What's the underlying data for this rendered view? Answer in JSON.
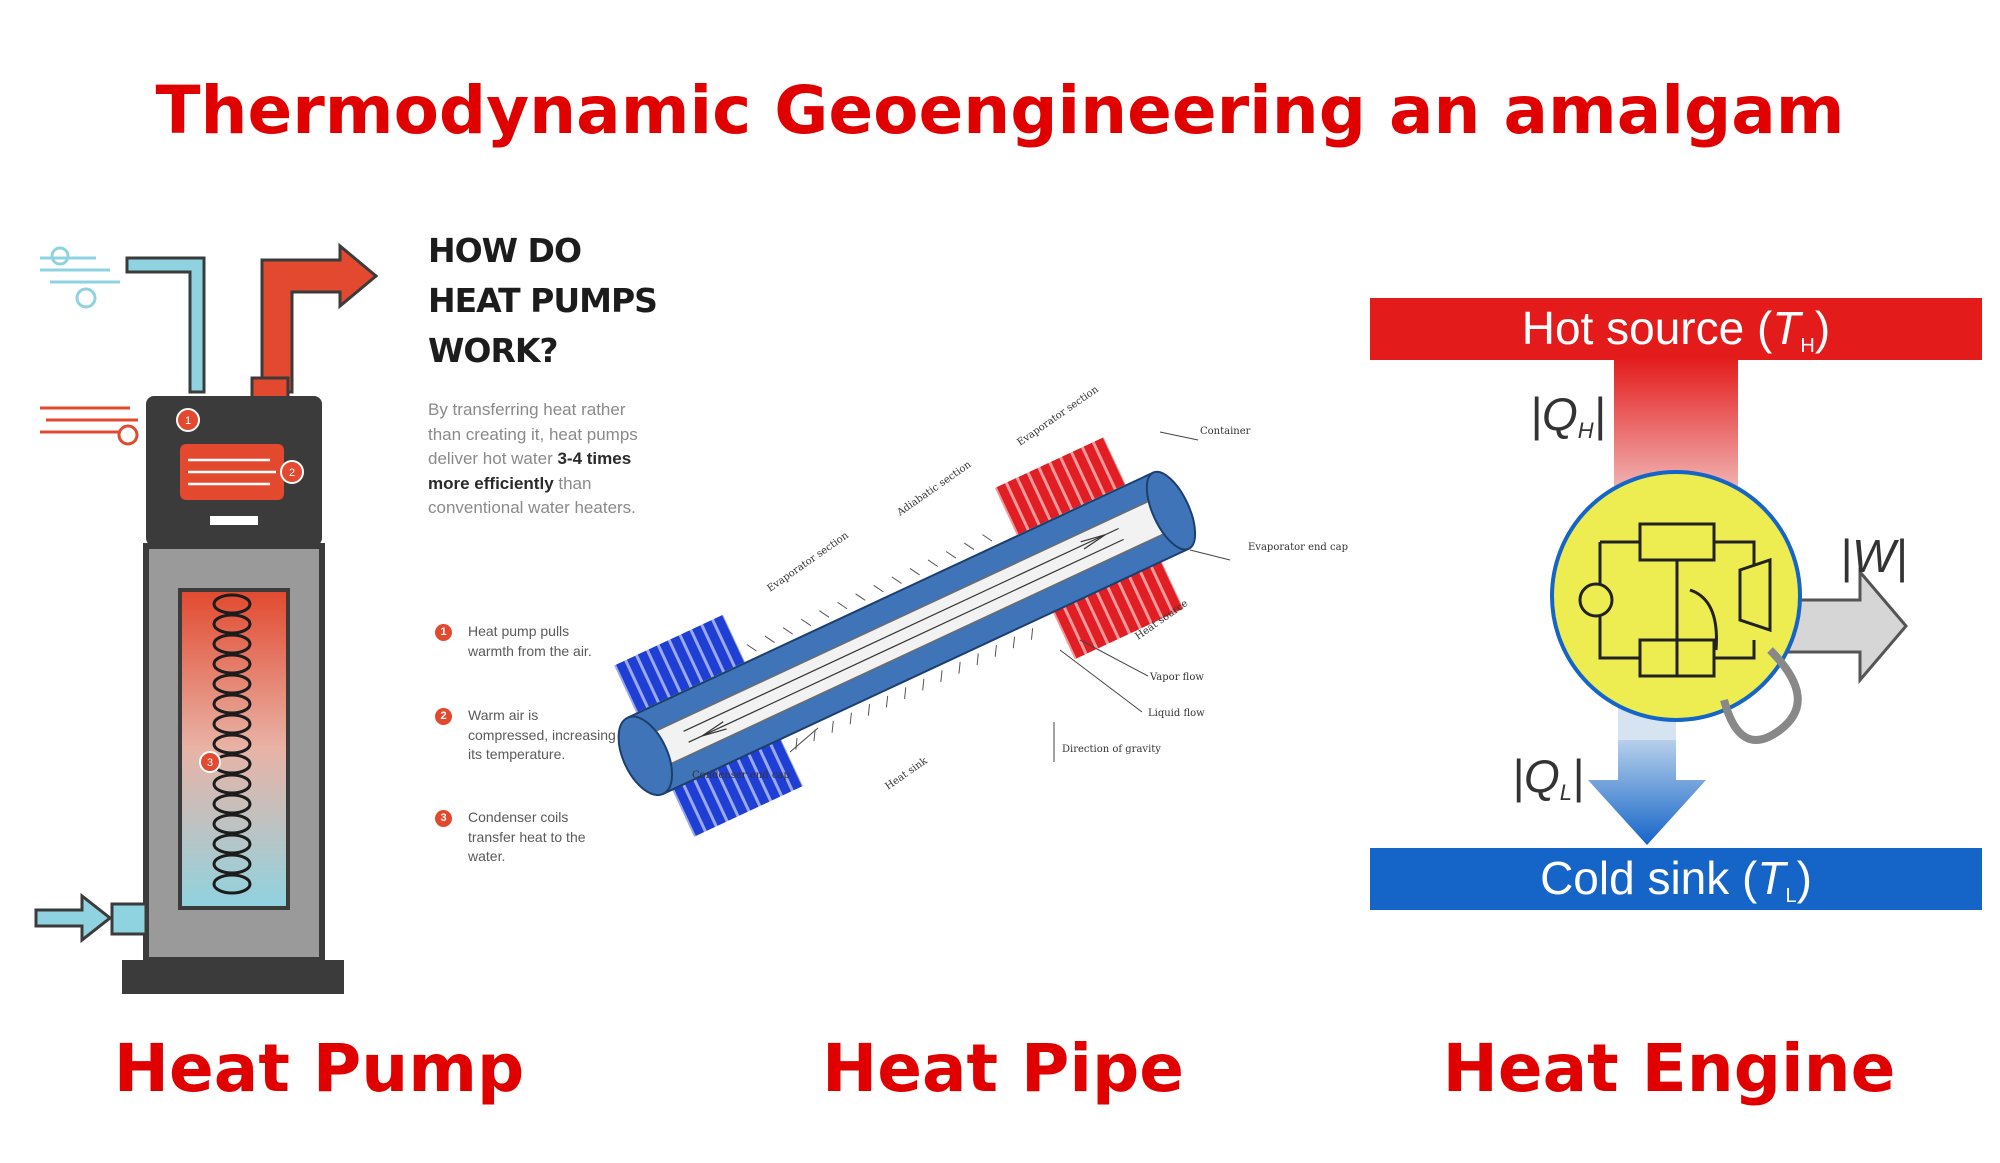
{
  "title": "Thermodynamic Geoengineering an amalgam",
  "heat_pump": {
    "caption": "Heat Pump",
    "heading_lines": [
      "HOW DO",
      "HEAT PUMPS",
      "WORK?"
    ],
    "intro_a": "By transferring heat rather than creating it, heat pumps deliver hot water ",
    "intro_bold": "3-4 times more efficiently",
    "intro_b": " than conventional water heaters.",
    "steps": [
      {
        "num": "1",
        "text": "Heat pump pulls warmth from the air."
      },
      {
        "num": "2",
        "text": "Warm air is compressed, increasing its temperature."
      },
      {
        "num": "3",
        "text": "Condenser coils transfer heat to the water."
      }
    ],
    "colors": {
      "hot": "#e2492f",
      "cold": "#8fd3e0",
      "body": "#3b3b3b"
    }
  },
  "heat_pipe": {
    "caption": "Heat Pipe",
    "labels": {
      "evaporator_section_top": "Evaporator section",
      "adiabatic_section": "Adiabatic section",
      "container": "Container",
      "evaporator_section_left": "Evaporator section",
      "evaporator_end_cap": "Evaporator end cap",
      "heat_source": "Heat source",
      "vapor_flow": "Vapor flow",
      "liquid_flow": "Liquid flow",
      "direction_of_gravity": "Direction of gravity",
      "condenser_end_cap": "Condenser end cap",
      "heat_sink": "Heat sink"
    },
    "colors": {
      "pipe": "#3f74b8",
      "hot": "#e01e24",
      "cold": "#1f3fd4"
    }
  },
  "heat_engine": {
    "caption": "Heat Engine",
    "hot_source": {
      "prefix": "Hot source (",
      "symbol": "T",
      "sub": "H",
      "suffix": ")"
    },
    "cold_sink": {
      "prefix": "Cold sink (",
      "symbol": "T",
      "sub": "L",
      "suffix": ")"
    },
    "q_h": {
      "symbol": "Q",
      "sub": "H"
    },
    "q_l": {
      "symbol": "Q",
      "sub": "L"
    },
    "work": {
      "symbol": "W"
    },
    "colors": {
      "hot": "#e41b1b",
      "cold": "#1565c8",
      "engine": "#eded52",
      "arrow": "#d6d6d6"
    }
  }
}
